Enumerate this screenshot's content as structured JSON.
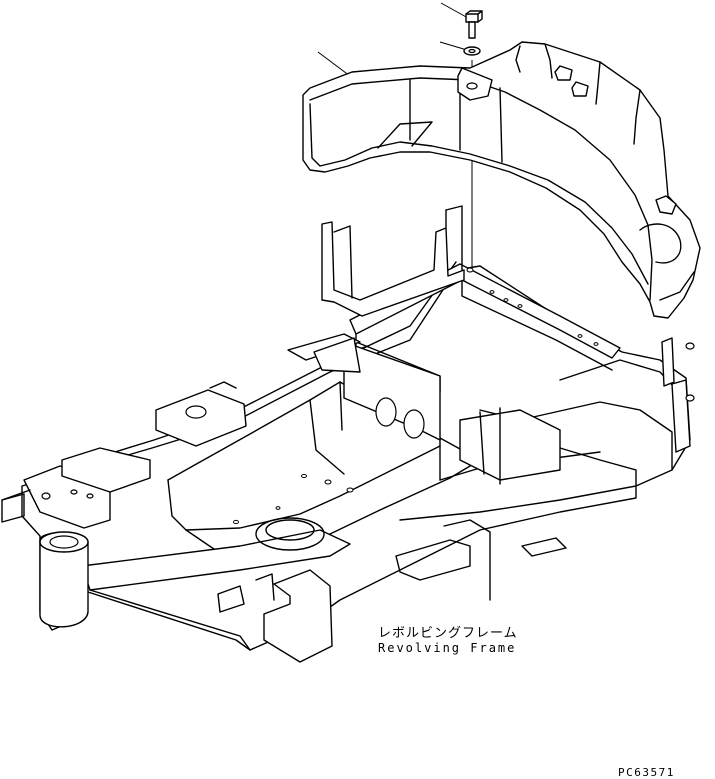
{
  "labels": {
    "part_name_jp": "レボルビングフレーム",
    "part_name_en": "Revolving Frame"
  },
  "drawing_code": "PC63571",
  "parts": [
    {
      "id": "bolt"
    },
    {
      "id": "washer"
    },
    {
      "id": "counterweight"
    },
    {
      "id": "revolving-frame"
    }
  ]
}
